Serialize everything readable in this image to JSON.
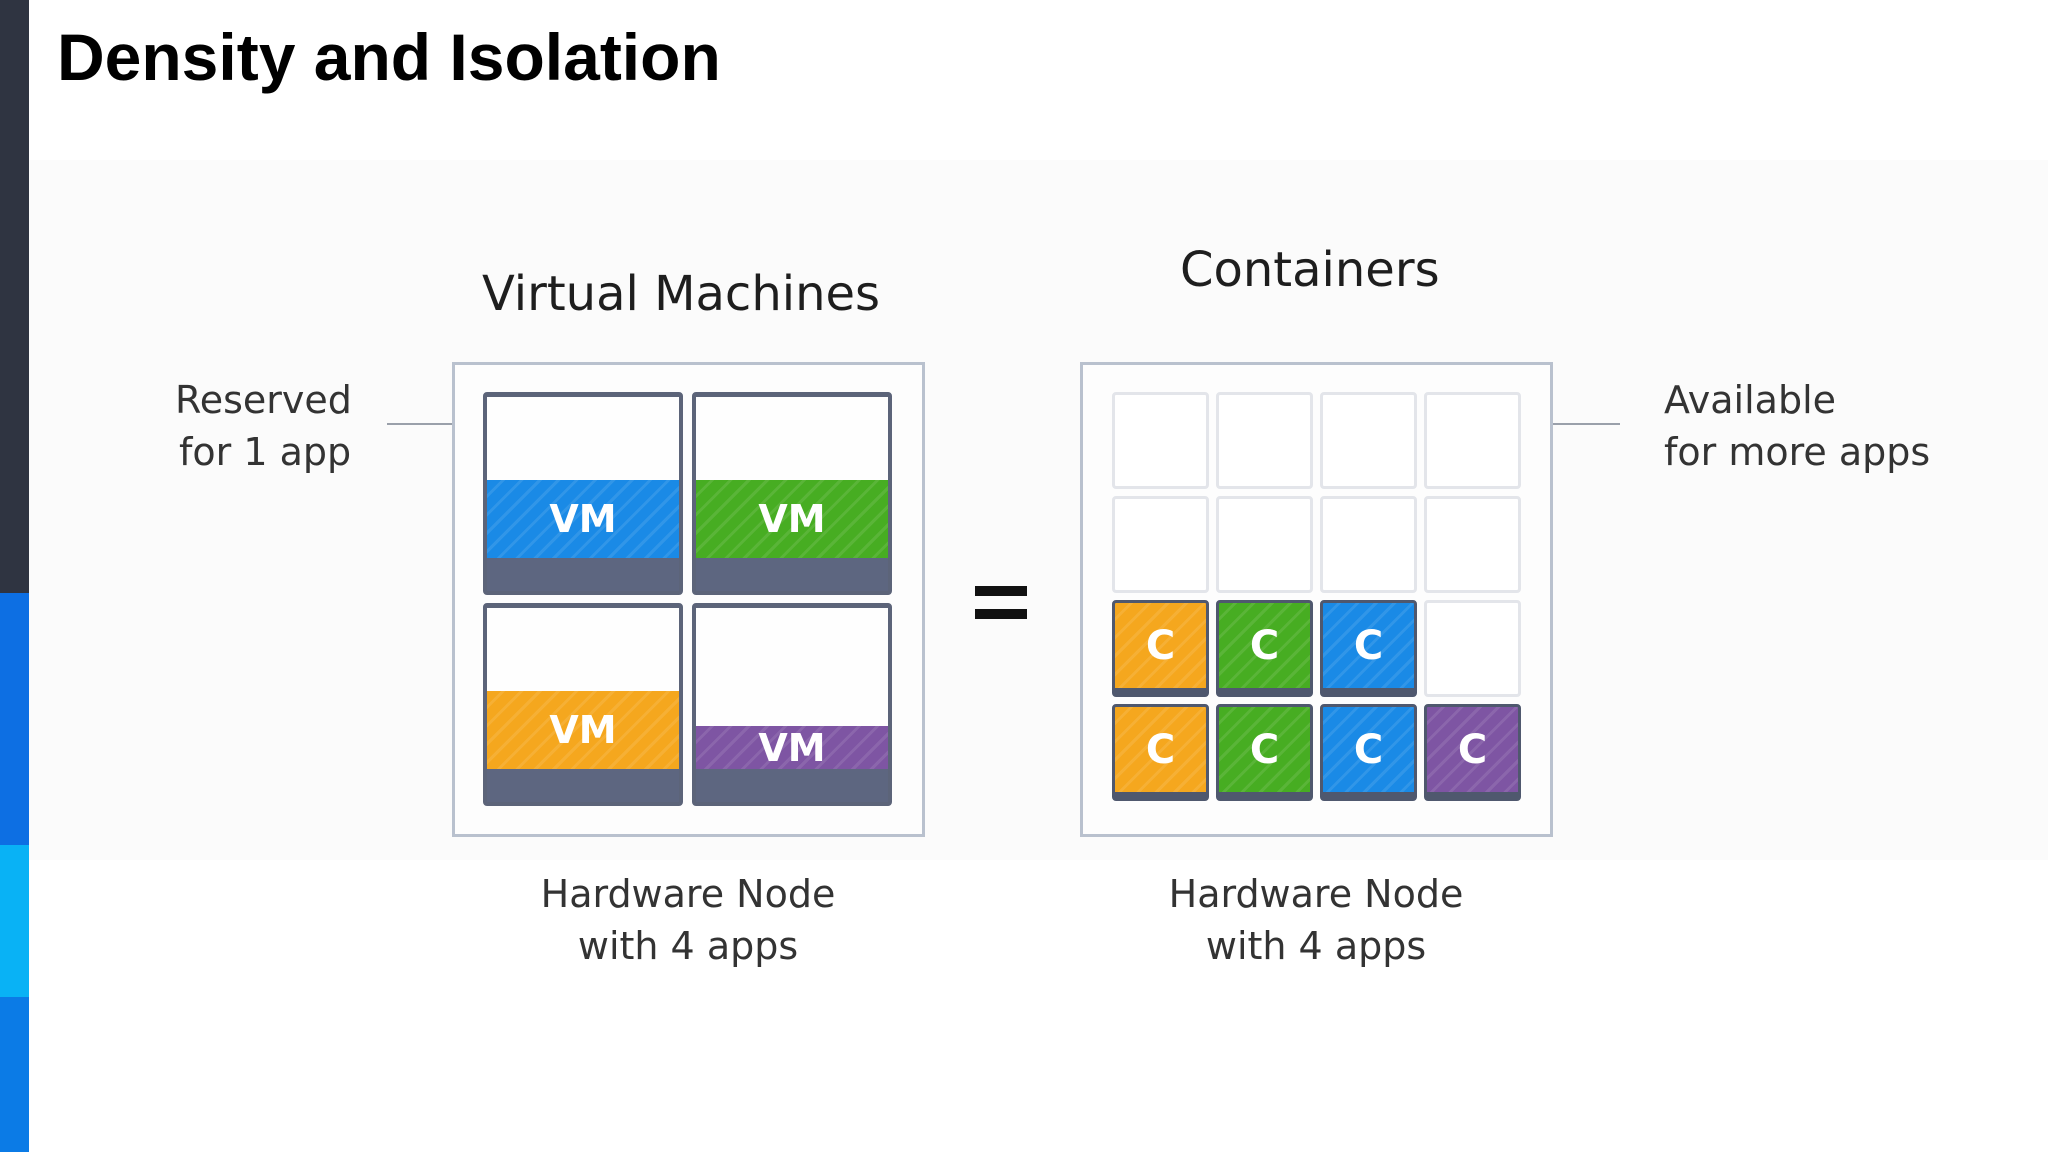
{
  "title": "Density and Isolation",
  "sidebar": {
    "colors": [
      "#2f3441",
      "#0d6fe3",
      "#09b2f5",
      "#0b7be6"
    ]
  },
  "diagram": {
    "vm_heading": "Virtual Machines",
    "containers_heading": "Containers",
    "left_note": [
      "Reserved",
      "for 1 app"
    ],
    "right_note": [
      "Available",
      "for more apps"
    ],
    "left_caption": [
      "Hardware Node",
      "with 4 apps"
    ],
    "right_caption": [
      "Hardware Node",
      "with 4 apps"
    ],
    "equals_symbol": "=",
    "colors": {
      "blue": "#1a8ae6",
      "green": "#47ad22",
      "orange": "#f5a71e",
      "purple": "#7e55a3",
      "frame": "#5d6680",
      "node_border": "#b9c1ce"
    },
    "vms": [
      {
        "label": "VM",
        "color": "blue",
        "app_fraction": 0.4
      },
      {
        "label": "VM",
        "color": "green",
        "app_fraction": 0.4
      },
      {
        "label": "VM",
        "color": "orange",
        "app_fraction": 0.4
      },
      {
        "label": "VM",
        "color": "purple",
        "app_fraction": 0.22
      }
    ],
    "container_grid": [
      [
        null,
        null,
        null,
        null
      ],
      [
        null,
        null,
        null,
        null
      ],
      [
        {
          "label": "C",
          "color": "orange"
        },
        {
          "label": "C",
          "color": "green"
        },
        {
          "label": "C",
          "color": "blue"
        },
        null
      ],
      [
        {
          "label": "C",
          "color": "orange"
        },
        {
          "label": "C",
          "color": "green"
        },
        {
          "label": "C",
          "color": "blue"
        },
        {
          "label": "C",
          "color": "purple"
        }
      ]
    ]
  }
}
